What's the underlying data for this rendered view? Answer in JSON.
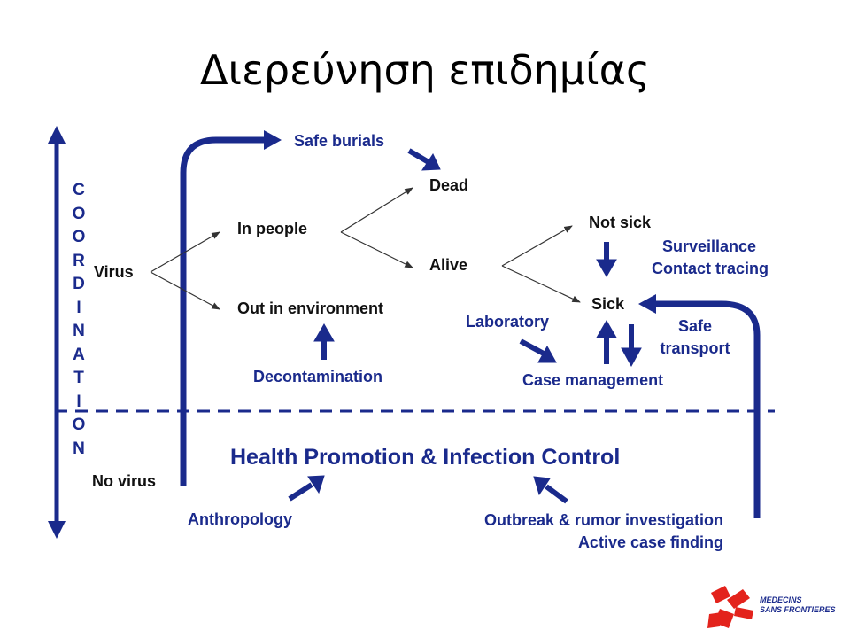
{
  "title": "Διερεύνηση επιδημίας",
  "coordination": [
    "C",
    "O",
    "O",
    "R",
    "D",
    "I",
    "N",
    "A",
    "T",
    "I",
    "O",
    "N"
  ],
  "nodes": {
    "virus": "Virus",
    "no_virus": "No virus",
    "in_people": "In people",
    "out_env": "Out in environment",
    "dead": "Dead",
    "alive": "Alive",
    "not_sick": "Not sick",
    "sick": "Sick"
  },
  "interventions": {
    "safe_burials": "Safe burials",
    "decontamination": "Decontamination",
    "surveillance": "Surveillance",
    "contact_tracing": "Contact tracing",
    "safe": "Safe",
    "transport": "transport",
    "laboratory": "Laboratory",
    "case_management": "Case management",
    "health_promotion": "Health Promotion & Infection Control",
    "anthropology": "Anthropology",
    "outbreak": "Outbreak & rumor investigation",
    "active_case": "Active case finding"
  },
  "logo": {
    "line1": "MEDECINS",
    "line2": "SANS FRONTIERES"
  },
  "colors": {
    "accent": "#1a2a8c",
    "text": "#111111",
    "logo_red": "#e3231c"
  }
}
